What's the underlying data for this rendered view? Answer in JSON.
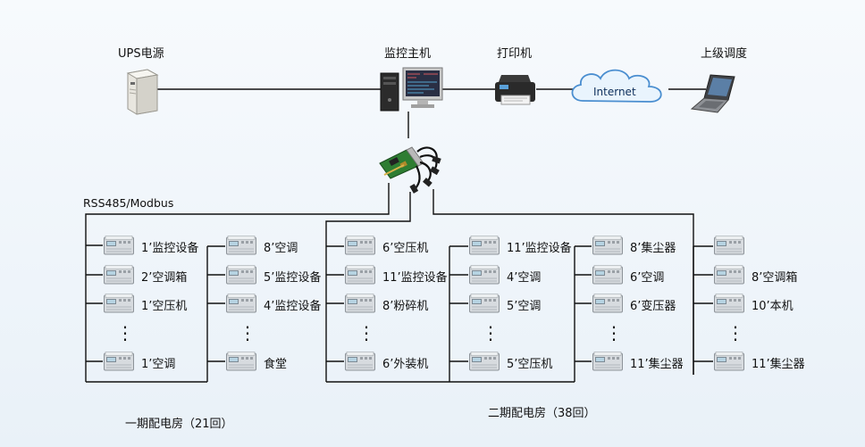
{
  "top": {
    "ups": "UPS电源",
    "host": "监控主机",
    "printer": "打印机",
    "dispatch": "上级调度",
    "internet": "Internet"
  },
  "protocol": "RSS485/Modbus",
  "rooms": [
    {
      "label": "一期配电房（21回）"
    },
    {
      "label": "二期配电房（38回）"
    }
  ],
  "columns": [
    [
      "1’监控设备",
      "2’空调箱",
      "1’空压机",
      "1’空调"
    ],
    [
      "8’空调",
      "5’监控设备",
      "4’监控设备",
      "食堂"
    ],
    [
      "6’空压机",
      "11’监控设备",
      "8’粉碎机",
      "6’外装机"
    ],
    [
      "11’监控设备",
      "4’空调",
      "5’空调",
      "5’空压机"
    ],
    [
      "8’集尘器",
      "6’空调",
      "6’变压器",
      "11’集尘器"
    ],
    [
      "",
      "8’空调箱",
      "10’本机",
      "11’集尘器"
    ]
  ],
  "ellipsis": "⋮"
}
